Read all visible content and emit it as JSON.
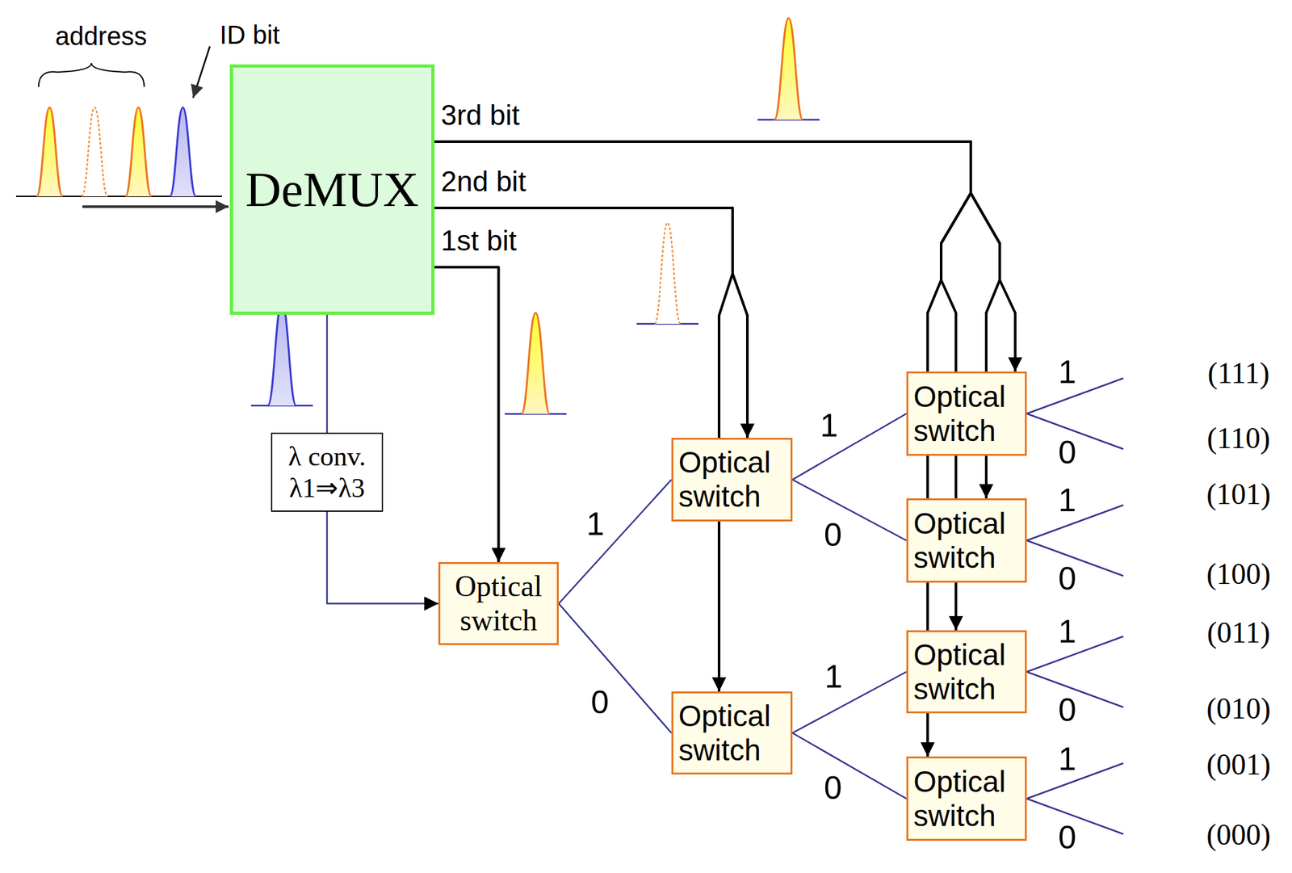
{
  "diagram": {
    "nodes": [
      {
        "text": [
          "DeMUX"
        ]
      },
      {
        "text": [
          "λ conv. λ1⇒λ3"
        ]
      },
      {
        "text": [
          "Optical switch"
        ]
      },
      {
        "text": [
          "Optical switch"
        ]
      },
      {
        "text": [
          "Optical switch"
        ]
      },
      {
        "text": [
          "Optical switch"
        ]
      },
      {
        "text": [
          "Optical switch"
        ]
      },
      {
        "text": [
          "Optical switch"
        ]
      },
      {
        "text": [
          "Optical switch"
        ]
      }
    ],
    "edges": [
      {
        "from": 0,
        "to": 1,
        "arrow": "none"
      },
      {
        "from": 1,
        "to": 2,
        "arrow": "to"
      },
      {
        "from": 0,
        "to": 2,
        "arrow": "to",
        "label": "1st bit"
      },
      {
        "from": 0,
        "to": 3,
        "arrow": "to",
        "label": "2nd bit"
      },
      {
        "from": 0,
        "to": 4,
        "arrow": "to"
      },
      {
        "from": 0,
        "to": 5,
        "arrow": "to",
        "label": "3rd bit"
      },
      {
        "from": 0,
        "to": 6,
        "arrow": "to"
      },
      {
        "from": 0,
        "to": 7,
        "arrow": "to"
      },
      {
        "from": 0,
        "to": 8,
        "arrow": "to"
      },
      {
        "from": 2,
        "to": 3,
        "arrow": "none",
        "label": "1"
      },
      {
        "from": 2,
        "to": 4,
        "arrow": "none",
        "label": "0"
      },
      {
        "from": 3,
        "to": 5,
        "arrow": "none",
        "label": "1"
      },
      {
        "from": 3,
        "to": 6,
        "arrow": "none",
        "label": "0"
      },
      {
        "from": 4,
        "to": 7,
        "arrow": "none",
        "label": "1"
      },
      {
        "from": 4,
        "to": 8,
        "arrow": "none",
        "label": "0"
      }
    ],
    "labels": [
      "address",
      "ID bit",
      "1",
      "0",
      "1",
      "0",
      "1",
      "0",
      "1",
      "0",
      "(111)",
      "(110)",
      "(101)",
      "(100)",
      "(011)",
      "(010)",
      "(001)",
      "(000)"
    ]
  }
}
